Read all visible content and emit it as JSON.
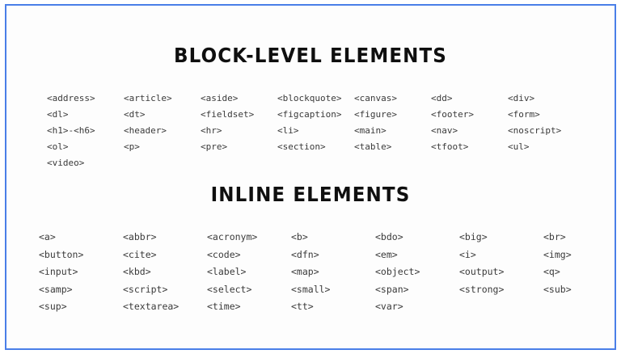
{
  "poster": {
    "border_color": "#4a7fe8",
    "background_color": "#fdfdfd",
    "text_color": "#3a3a3a",
    "heading_color": "#0f0f0f"
  },
  "sections": [
    {
      "id": "block-level",
      "heading": "BLOCK-LEVEL ELEMENTS",
      "columns": 7,
      "rows": [
        [
          "<address>",
          "<article>",
          "<aside>",
          "<blockquote>",
          "<canvas>",
          "<dd>",
          "<div>"
        ],
        [
          "<dl>",
          "<dt>",
          "<fieldset>",
          "<figcaption>",
          "<figure>",
          "<footer>",
          "<form>"
        ],
        [
          "<h1>-<h6>",
          "<header>",
          "<hr>",
          "<li>",
          "<main>",
          "<nav>",
          "<noscript>"
        ],
        [
          "<ol>",
          "<p>",
          "<pre>",
          "<section>",
          "<table>",
          "<tfoot>",
          "<ul>"
        ],
        [
          "<video>",
          "",
          "",
          "",
          "",
          "",
          ""
        ]
      ]
    },
    {
      "id": "inline",
      "heading": "INLINE ELEMENTS",
      "columns": 7,
      "rows": [
        [
          "<a>",
          "<abbr>",
          "<acronym>",
          "<b>",
          "<bdo>",
          "<big>",
          "<br>"
        ],
        [
          "<button>",
          "<cite>",
          "<code>",
          "<dfn>",
          "<em>",
          "<i>",
          "<img>"
        ],
        [
          "<input>",
          "<kbd>",
          "<label>",
          "<map>",
          "<object>",
          "<output>",
          "<q>"
        ],
        [
          "<samp>",
          "<script>",
          "<select>",
          "<small>",
          "<span>",
          "<strong>",
          "<sub>"
        ],
        [
          "<sup>",
          "<textarea>",
          "<time>",
          "<tt>",
          "<var>",
          "",
          ""
        ]
      ]
    }
  ]
}
